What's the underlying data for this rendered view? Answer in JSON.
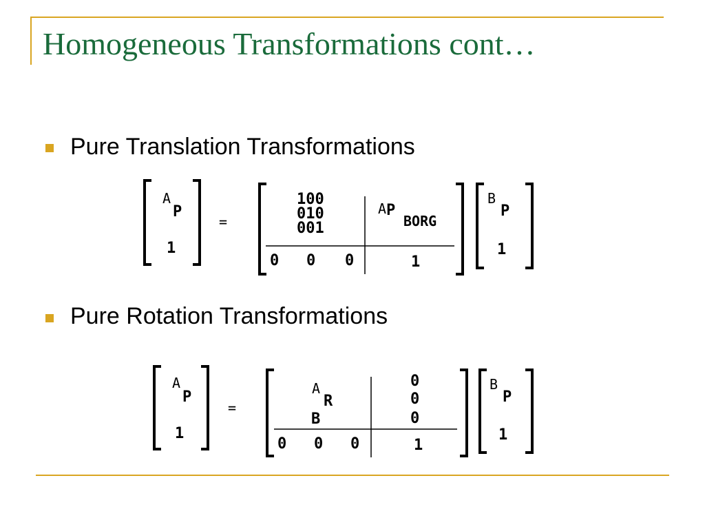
{
  "title": "Homogeneous Transformations cont…",
  "bullets": [
    {
      "text": "Pure Translation Transformations"
    },
    {
      "text": "Pure Rotation Transformations"
    }
  ],
  "translation": {
    "lhs_sup": "A",
    "lhs_p": "P",
    "lhs_one": "1",
    "equals": "=",
    "rows": [
      "100",
      "010",
      "001"
    ],
    "col_sup": "A",
    "col_p": "P",
    "col_sub": "BORG",
    "bottom": [
      "0",
      "0",
      "0"
    ],
    "corner": "1",
    "rhs_sup": "B",
    "rhs_p": "P",
    "rhs_one": "1"
  },
  "rotation": {
    "lhs_sup": "A",
    "lhs_p": "P",
    "lhs_one": "1",
    "equals": "=",
    "r_sup": "A",
    "r_letter": "R",
    "r_sub": "B",
    "col": [
      "0",
      "0",
      "0"
    ],
    "bottom": [
      "0",
      "0",
      "0"
    ],
    "corner": "1",
    "rhs_sup": "B",
    "rhs_p": "P",
    "rhs_one": "1"
  },
  "colors": {
    "accent": "#d9a521",
    "title": "#1a6b3b"
  }
}
